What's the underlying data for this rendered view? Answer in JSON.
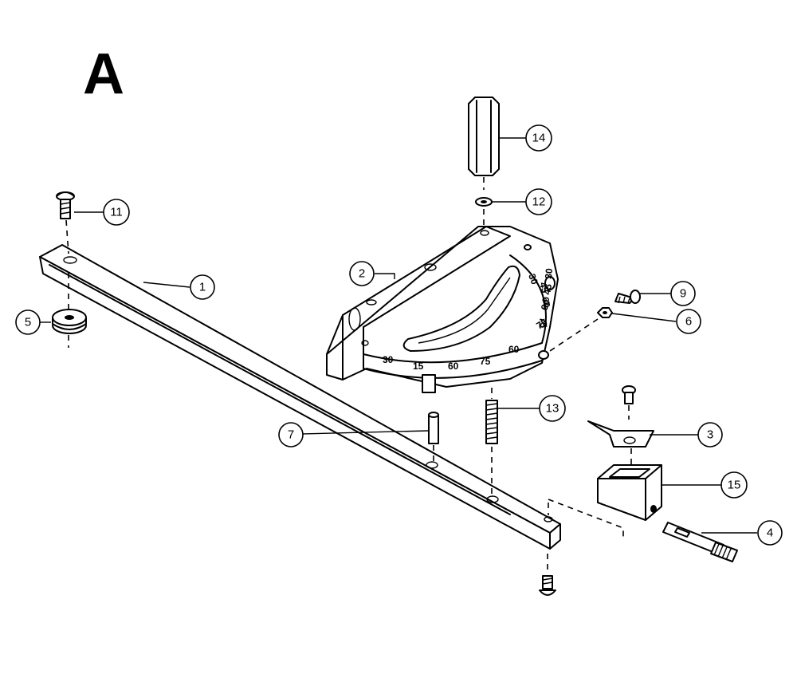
{
  "diagram": {
    "section_letter": "A",
    "callouts": [
      "1",
      "2",
      "3",
      "4",
      "5",
      "6",
      "7",
      "9",
      "11",
      "12",
      "13",
      "14",
      "15"
    ],
    "protractor_scale": {
      "outer_arc": [
        "30",
        "45",
        "60",
        "75"
      ],
      "front": [
        "30",
        "15",
        "60",
        "75",
        "60"
      ],
      "right": [
        "75",
        "60",
        "45",
        "30"
      ]
    }
  }
}
